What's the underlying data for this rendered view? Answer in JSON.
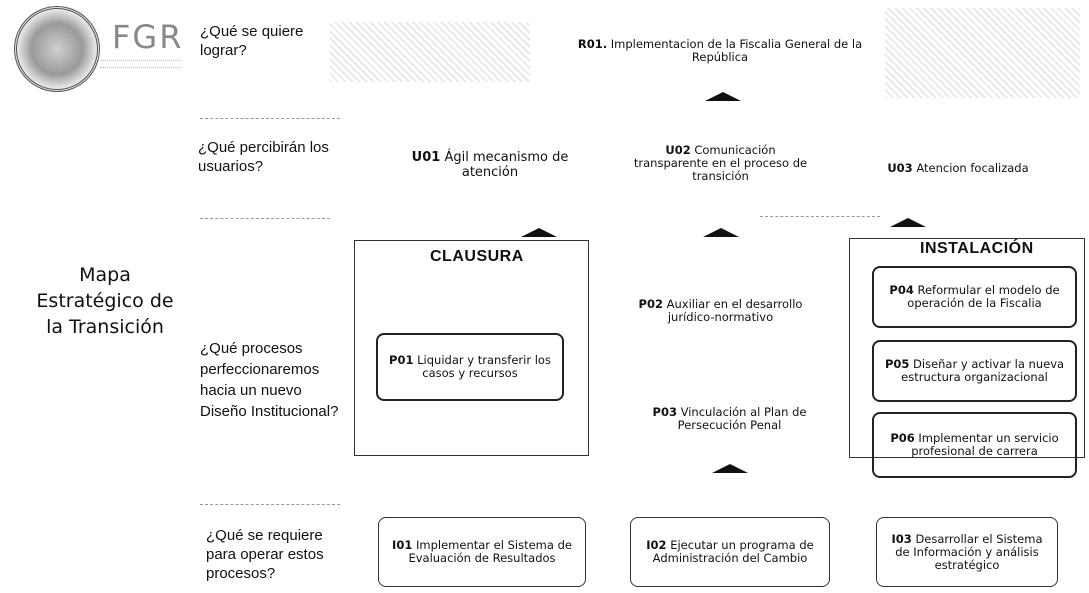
{
  "header": {
    "logo_text": "FGR",
    "logo_icon": "seal-icon"
  },
  "map_title": "Mapa Estratégico de la Transición",
  "rows": {
    "results_question": "¿Qué se quiere lograr?",
    "users_question": "¿Qué percibirán los usuarios?",
    "processes_question": "¿Qué procesos perfeccionaremos hacia un nuevo Diseño Institucional?",
    "inputs_question": "¿Qué se requiere para operar estos procesos?"
  },
  "result": {
    "code": "R01.",
    "text": "Implementacion de la Fiscalia General de la República"
  },
  "users": [
    {
      "code": "U01",
      "text": "Ágil mecanismo de atención"
    },
    {
      "code": "U02",
      "text": "Comunicación transparente en el proceso de transición"
    },
    {
      "code": "U03",
      "text": "Atencion focalizada"
    }
  ],
  "groups": {
    "clausura": "CLAUSURA",
    "instalacion": "INSTALACIÓN"
  },
  "processes": [
    {
      "code": "P01",
      "text": "Liquidar y transferir los casos y recursos"
    },
    {
      "code": "P02",
      "text": "Auxiliar en el desarrollo jurídico-normativo"
    },
    {
      "code": "P03",
      "text": "Vinculación al Plan de Persecución Penal"
    },
    {
      "code": "P04",
      "text": "Reformular el modelo de operación de la Fiscalia"
    },
    {
      "code": "P05",
      "text": "Diseñar y activar la nueva estructura organizacional"
    },
    {
      "code": "P06",
      "text": "Implementar un servicio profesional de carrera"
    }
  ],
  "inputs": [
    {
      "code": "I01",
      "text": "Implementar el Sistema de Evaluación de Resultados"
    },
    {
      "code": "I02",
      "text": "Ejecutar un programa de Administración del Cambio"
    },
    {
      "code": "I03",
      "text": "Desarrollar el Sistema de Información y análisis estratégico"
    }
  ]
}
